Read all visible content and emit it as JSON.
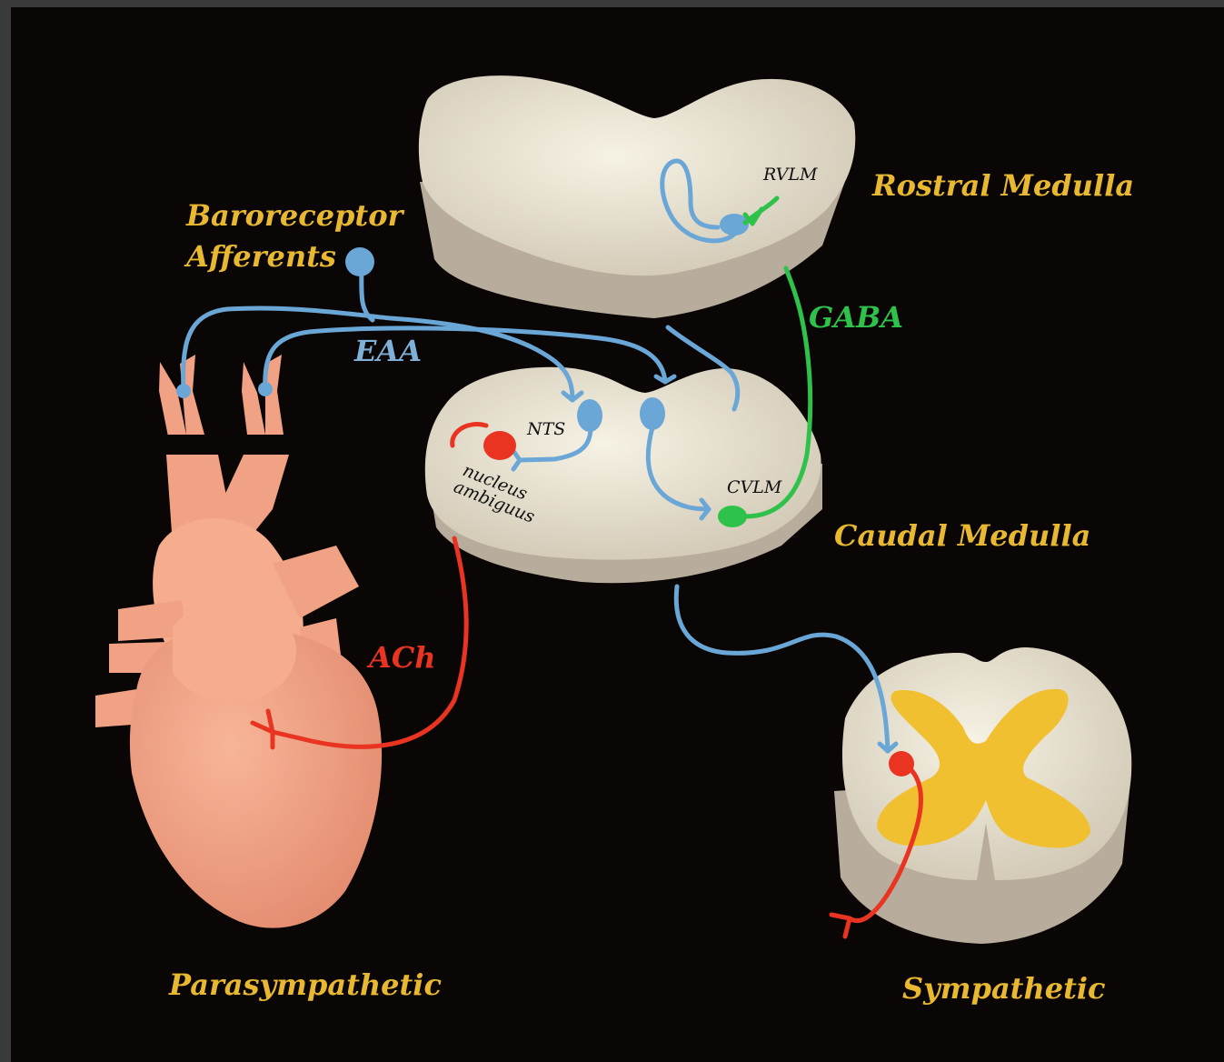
{
  "labels": {
    "baroreceptor_line1": "Baroreceptor",
    "baroreceptor_line2": "Afferents",
    "eaa": "EAA",
    "gaba": "GABA",
    "ach": "ACh",
    "rostral_medulla": "Rostral Medulla",
    "caudal_medulla": "Caudal Medulla",
    "rvlm": "RVLM",
    "cvlm": "CVLM",
    "nts": "NTS",
    "nucleus_line1": "nucleus",
    "nucleus_line2": "ambiguus",
    "parasympathetic": "Parasympathetic",
    "sympathetic": "Sympathetic"
  },
  "colors": {
    "background": "#0a0606",
    "frame": "#3a3a3a",
    "label_gold": "#e8b830",
    "eaa_blue": "#7fb0d8",
    "gaba_green": "#2fc24a",
    "ach_red": "#e83420",
    "neuron_blue": "#6aa6d6",
    "tissue": "#e6e0cc",
    "tissue_side": "#c4b8a6",
    "heart": "#f2a284",
    "grey_matter": "#f0c030"
  }
}
